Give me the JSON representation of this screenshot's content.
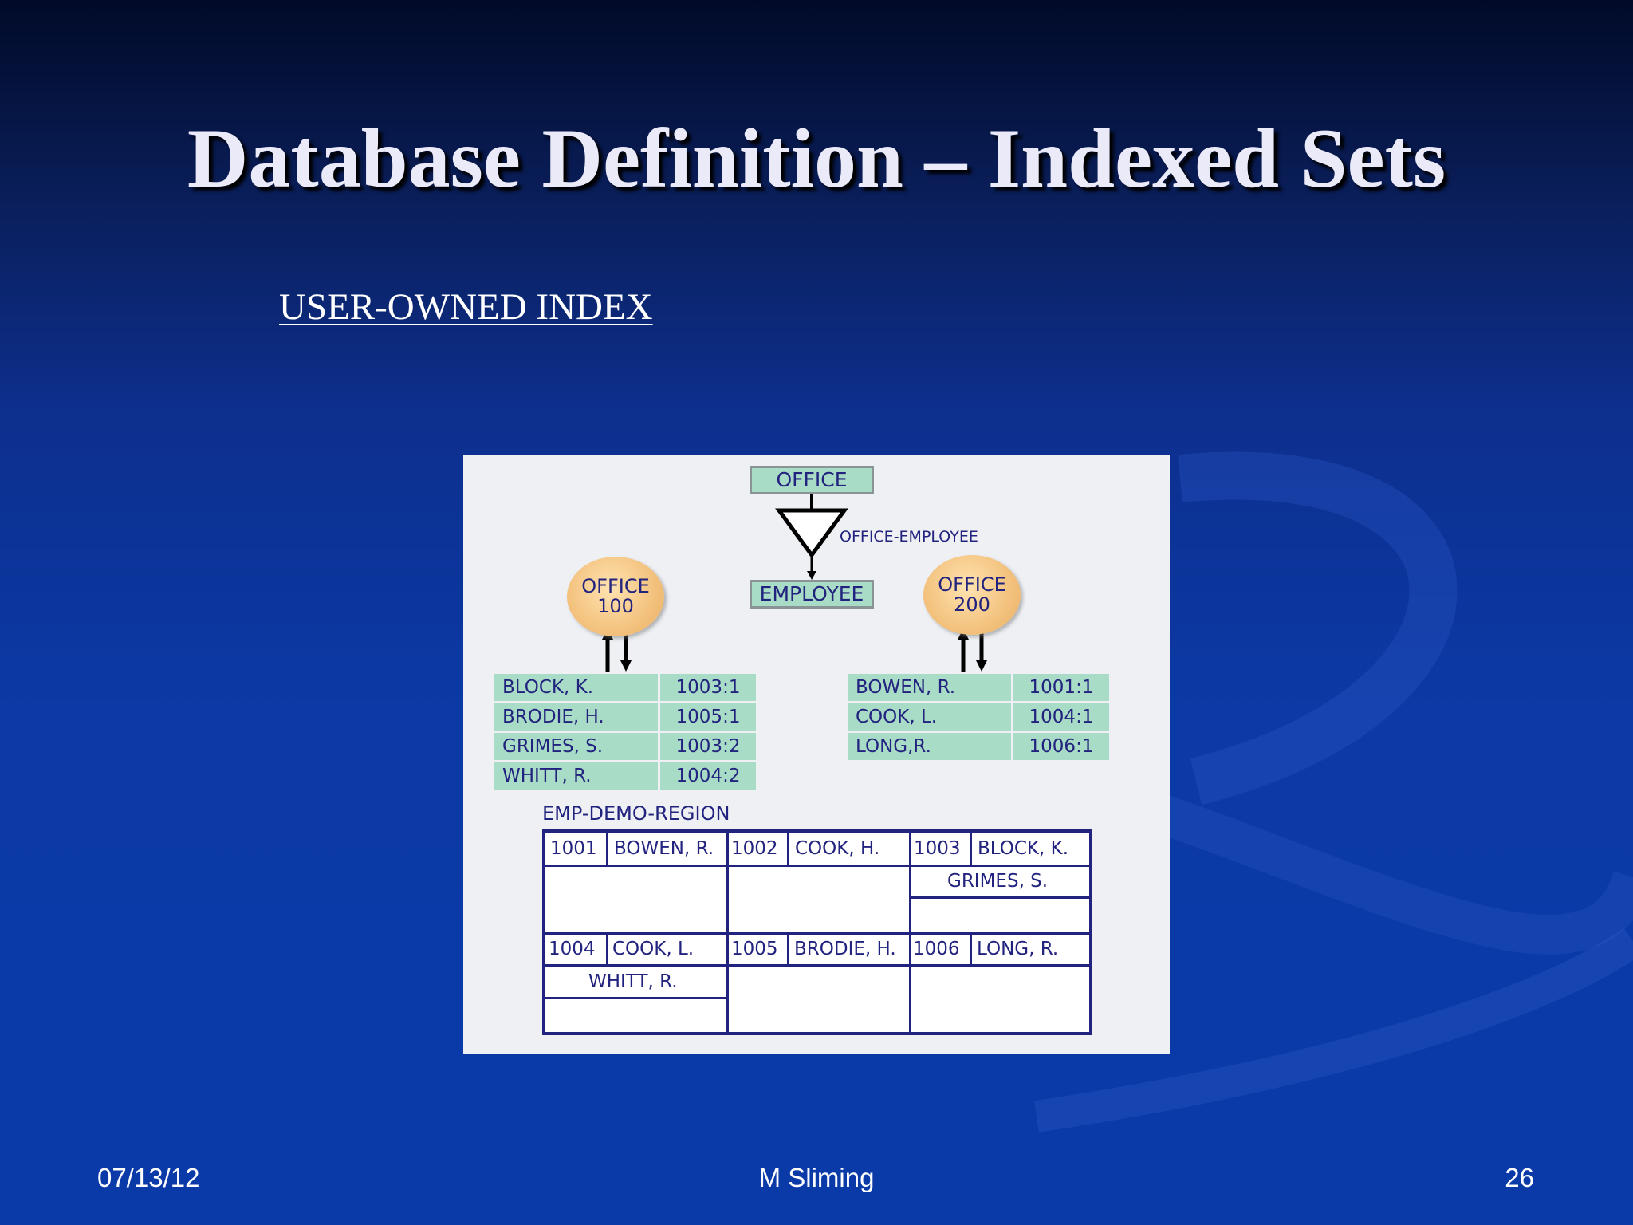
{
  "slide": {
    "title": "Database Definition – Indexed Sets",
    "subtitle": "USER-OWNED INDEX",
    "footer_date": "07/13/12",
    "footer_author": "M Sliming",
    "footer_page": "26"
  },
  "diagram": {
    "owner_record": "OFFICE",
    "set_name": "OFFICE-EMPLOYEE",
    "member_record": "EMPLOYEE",
    "office_a": {
      "line1": "OFFICE",
      "line2": "100"
    },
    "office_b": {
      "line1": "OFFICE",
      "line2": "200"
    },
    "index_a": [
      {
        "name": "BLOCK, K.",
        "key": "1003:1"
      },
      {
        "name": "BRODIE, H.",
        "key": "1005:1"
      },
      {
        "name": "GRIMES, S.",
        "key": "1003:2"
      },
      {
        "name": "WHITT, R.",
        "key": "1004:2"
      }
    ],
    "index_b": [
      {
        "name": "BOWEN, R.",
        "key": "1001:1"
      },
      {
        "name": "COOK, L.",
        "key": "1004:1"
      },
      {
        "name": "LONG,R.",
        "key": "1006:1"
      }
    ],
    "region_label": "EMP-DEMO-REGION",
    "pages": [
      {
        "id": "1001",
        "first": "BOWEN, R.",
        "extra": ""
      },
      {
        "id": "1002",
        "first": "COOK, H.",
        "extra": ""
      },
      {
        "id": "1003",
        "first": "BLOCK, K.",
        "extra": "GRIMES, S."
      },
      {
        "id": "1004",
        "first": "COOK, L.",
        "extra": "WHITT, R."
      },
      {
        "id": "1005",
        "first": "BRODIE, H.",
        "extra": ""
      },
      {
        "id": "1006",
        "first": "LONG, R.",
        "extra": ""
      }
    ]
  },
  "colors": {
    "background": "#0b3aa6",
    "record_box": "#a9dcc6",
    "occurrence_circle": "#f3c27e",
    "diagram_text": "#22237e",
    "figure_background": "#eef0f4"
  }
}
